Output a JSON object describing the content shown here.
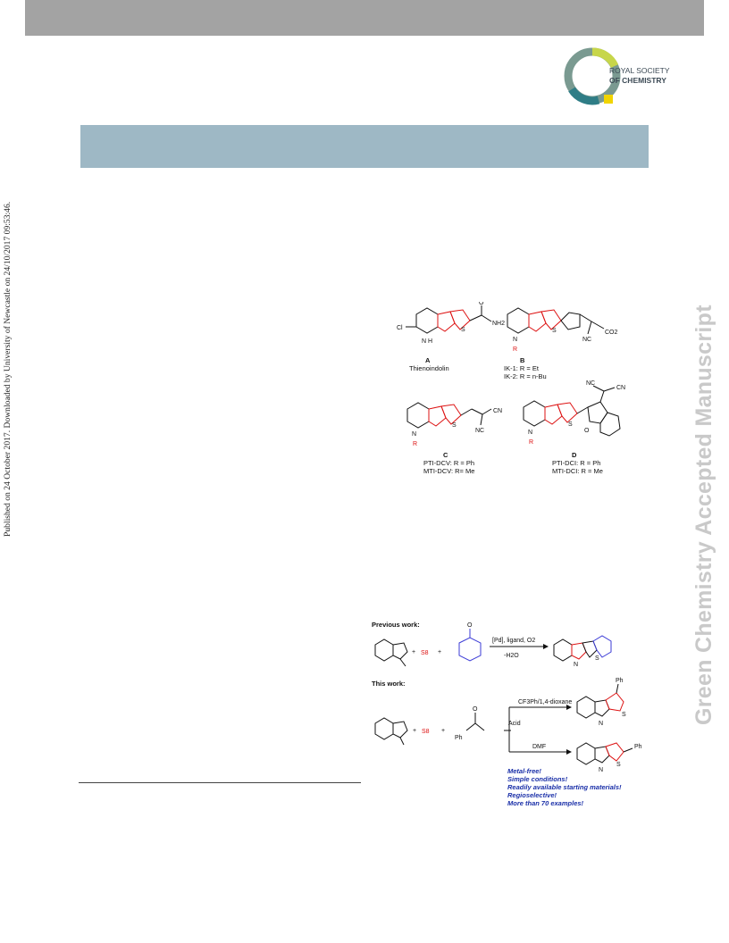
{
  "sidebar_left": {
    "text": "Published on 24 October 2017. Downloaded by University of Newcastle on 24/10/2017 09:53:46."
  },
  "sidebar_right": {
    "text": "Green Chemistry Accepted Manuscript"
  },
  "logo": {
    "line1": "ROYAL SOCIETY",
    "line2": "OF CHEMISTRY"
  },
  "figure1": {
    "A": {
      "letter": "A",
      "name": "Thienoindolin"
    },
    "B": {
      "letter": "B",
      "line1": "IK-1: R = Et",
      "line2": "IK-2: R = n-Bu"
    },
    "C": {
      "letter": "C",
      "line1": "PTI-DCV: R = Ph",
      "line2": "MTI-DCV: R= Me"
    },
    "D": {
      "letter": "D",
      "line1": "PTI-DCI: R = Ph",
      "line2": "MTI-DCI: R = Me"
    },
    "atoms": {
      "cl": "Cl",
      "o": "O",
      "nh2": "NH2",
      "nh": "N",
      "h": "H",
      "s": "S",
      "n": "N",
      "r": "R",
      "nc": "NC",
      "cn": "CN",
      "co2": "CO2"
    }
  },
  "figure2": {
    "previous_label": "Previous work:",
    "this_label": "This work:",
    "prev_conditions_top": "[Pd], ligand, O2",
    "prev_conditions_bottom": "-H2O",
    "sn": "S8",
    "plus": "+",
    "ph": "Ph",
    "o": "O",
    "s": "S",
    "n": "N",
    "acid": "Acid",
    "cond_top": "CF3Ph/1,4-dioxane",
    "cond_bottom": "DMF",
    "notes": [
      "Metal-free!",
      "Simple conditions!",
      "Readily available starting materials!",
      "Regioselective!",
      "More than 70 examples!"
    ]
  },
  "colors": {
    "accent_red": "#d11111",
    "accent_blue": "#1a2fa8",
    "header_bar": "#a3a3a3",
    "blue_bar": "#9eb8c5"
  }
}
